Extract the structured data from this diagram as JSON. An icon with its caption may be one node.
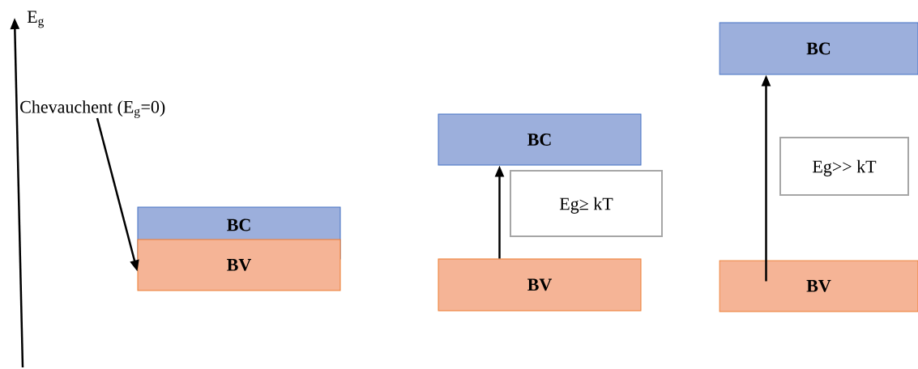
{
  "diagram": {
    "nodes": [
      {
        "text": [
          "Chevauchent (E$_{g}$=0)"
        ]
      },
      {
        "text": [
          "BC"
        ]
      },
      {
        "text": [
          "BV"
        ]
      },
      {
        "text": [
          "BC"
        ]
      },
      {
        "text": [
          "Eg≥ kT"
        ]
      },
      {
        "text": [
          "BV"
        ]
      },
      {
        "text": [
          "BC"
        ]
      },
      {
        "text": [
          "Eg>> kT"
        ]
      },
      {
        "text": [
          "BV"
        ]
      }
    ],
    "edges": [
      {
        "from": 0,
        "to": 2,
        "arrow": "to"
      },
      {
        "from": 5,
        "to": 3,
        "arrow": "to"
      },
      {
        "from": 8,
        "to": 6,
        "arrow": "to"
      }
    ],
    "labels": [
      "E$_{g}$"
    ]
  }
}
